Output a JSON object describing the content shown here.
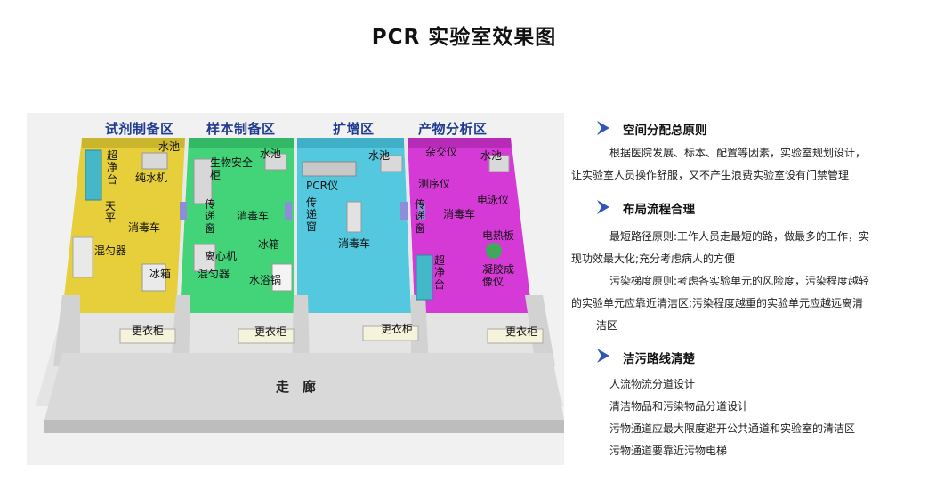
{
  "title": "PCR 实验室效果图",
  "diagram": {
    "zones": [
      "试剂制备区",
      "样本制备区",
      "扩增区",
      "产物分析区"
    ],
    "corridor": "走　廊",
    "locker": "更衣柜",
    "reagent_room": {
      "ultra_clean_bench": "超净台",
      "water_sink": "水池",
      "water_purifier": "纯水机",
      "balance": "天平",
      "disinfect_cart": "消毒车",
      "mixer": "混匀器",
      "freezer": "冰箱"
    },
    "sample_room": {
      "biosafety_cabinet": "生物安全柜",
      "water_sink": "水池",
      "pass_window": "传递窗",
      "disinfect_cart": "消毒车",
      "freezer": "冰箱",
      "centrifuge": "离心机",
      "mixer": "混匀器",
      "water_bath": "水浴锅"
    },
    "amplification_room": {
      "water_sink": "水池",
      "pcr": "PCR仪",
      "pass_window": "传递窗",
      "disinfect_cart": "消毒车"
    },
    "analysis_room": {
      "hybrid_instrument": "杂交仪",
      "water_sink": "水池",
      "sequencer": "测序仪",
      "electrophoresis": "电泳仪",
      "pass_window": "传递窗",
      "disinfect_cart": "消毒车",
      "hot_plate": "电热板",
      "ultra_clean_bench": "超净台",
      "gel_imager": "凝胶成像仪"
    }
  },
  "sections": [
    {
      "title": "空间分配总原则",
      "lines": [
        "根据医院发展、标本、配置等因素，实验室规划设计，",
        "让实验室人员操作舒服，又不产生浪费实验室设有门禁管理"
      ]
    },
    {
      "title": "布局流程合理",
      "lines": [
        "最短路径原则:工作人员走最短的路，做最多的工作，实",
        "现功效最大化;充分考虑病人的方便",
        "污染梯度原则:考虑各实验单元的风险度，污染程度越轻",
        "的实验单元应靠近清洁区;污染程度越重的实验单元应越远离清",
        "洁区"
      ]
    },
    {
      "title": "洁污路线清楚",
      "lines": [
        "人流物流分道设计",
        "清洁物品和污染物品分道设计",
        "污物通道应最大限度避开公共通道和实验室的清洁区",
        "污物通道要靠近污物电梯"
      ]
    }
  ],
  "colors": {
    "reagent": "#e6cf3a",
    "sample": "#43d47a",
    "amplification": "#53c8de",
    "analysis": "#d63ad6",
    "zone_label": "#1f3b8f",
    "chevron": "#2f57b8"
  },
  "icons": [
    "chevron-right-icon"
  ]
}
